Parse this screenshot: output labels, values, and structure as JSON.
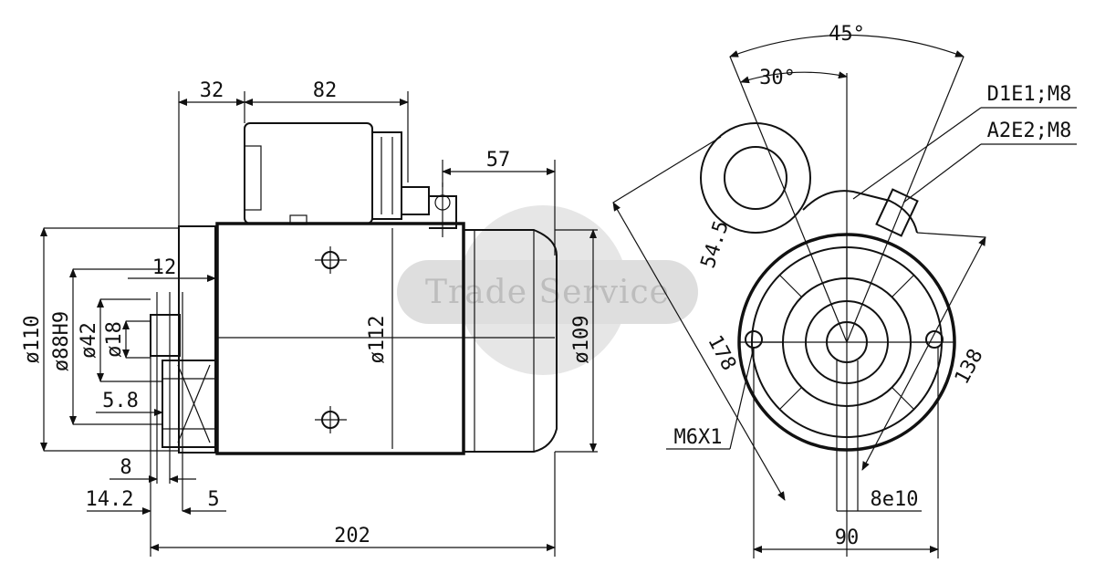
{
  "watermark": "Trade Service",
  "side_view": {
    "dim_32": "32",
    "dim_82": "82",
    "dim_57": "57",
    "dim_12": "12",
    "dim_110": "ø110",
    "dim_88h9": "ø88H9",
    "dim_42": "ø42",
    "dim_18": "ø18",
    "dim_112": "ø112",
    "dim_109": "ø109",
    "dim_5_8": "5.8",
    "dim_8": "8",
    "dim_14_2": "14.2",
    "dim_5": "5",
    "dim_202": "202"
  },
  "end_view": {
    "angle_45": "45°",
    "angle_30": "30°",
    "terminal_d1e1": "D1E1;M8",
    "terminal_a2e2": "A2E2;M8",
    "dim_54_5": "54.5",
    "dim_178": "178",
    "dim_138": "138",
    "thread_m6x1": "M6X1",
    "spline_8e10": "8e10",
    "dim_90": "90"
  }
}
